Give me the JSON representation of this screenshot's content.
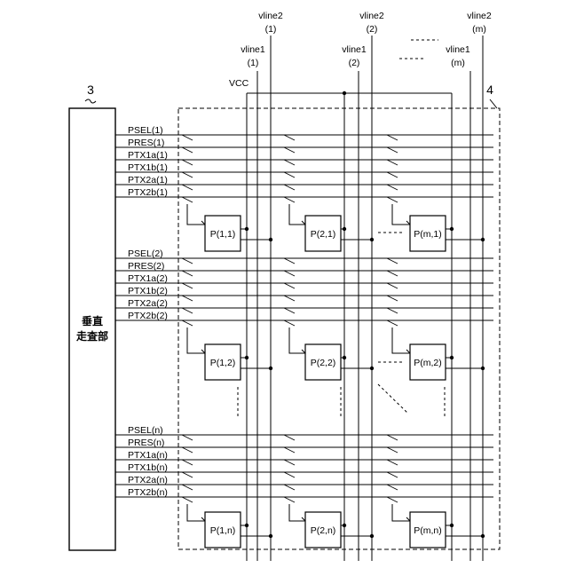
{
  "scanner": {
    "ref_number": "3",
    "label_line1": "垂直",
    "label_line2": "走査部"
  },
  "array": {
    "ref_number": "4"
  },
  "vcc_label": "VCC",
  "columns": [
    {
      "vline1_top": "vline1",
      "vline1_bot": "(1)",
      "vline2_top": "vline2",
      "vline2_bot": "(1)"
    },
    {
      "vline1_top": "vline1",
      "vline1_bot": "(2)",
      "vline2_top": "vline2",
      "vline2_bot": "(2)"
    },
    {
      "vline1_top": "vline1",
      "vline1_bot": "(m)",
      "vline2_top": "vline2",
      "vline2_bot": "(m)"
    }
  ],
  "row_groups": [
    {
      "signals": [
        "PSEL(1)",
        "PRES(1)",
        "PTX1a(1)",
        "PTX1b(1)",
        "PTX2a(1)",
        "PTX2b(1)"
      ],
      "pixels": [
        "P(1,1)",
        "P(2,1)",
        "P(m,1)"
      ]
    },
    {
      "signals": [
        "PSEL(2)",
        "PRES(2)",
        "PTX1a(2)",
        "PTX1b(2)",
        "PTX2a(2)",
        "PTX2b(2)"
      ],
      "pixels": [
        "P(1,2)",
        "P(2,2)",
        "P(m,2)"
      ]
    },
    {
      "signals": [
        "PSEL(n)",
        "PRES(n)",
        "PTX1a(n)",
        "PTX1b(n)",
        "PTX2a(n)",
        "PTX2b(n)"
      ],
      "pixels": [
        "P(1,n)",
        "P(2,n)",
        "P(m,n)"
      ]
    }
  ]
}
